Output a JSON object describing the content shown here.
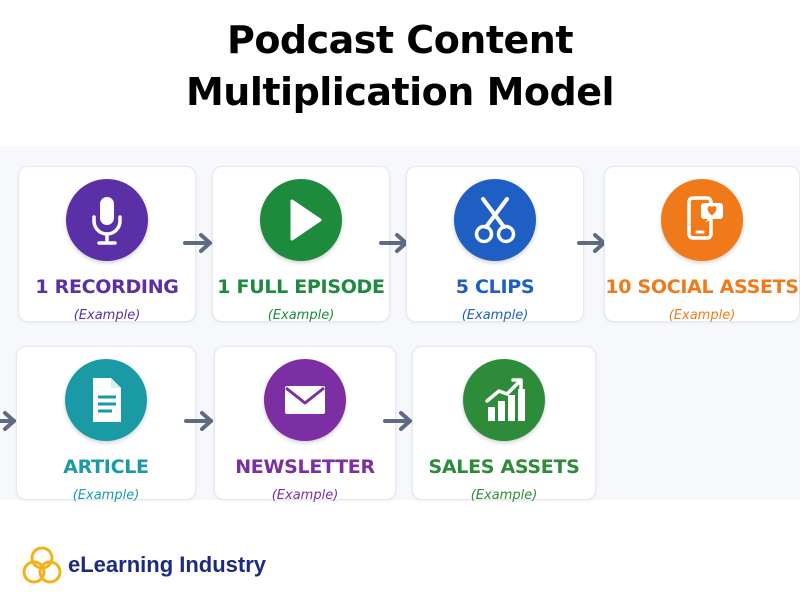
{
  "title": {
    "line1": "Podcast Content",
    "line2": "Multiplication Model"
  },
  "steps": [
    {
      "label": "1 RECORDING",
      "sub": "(Example)",
      "icon": "microphone-icon",
      "color": "#5b2fa6"
    },
    {
      "label": "1 FULL EPISODE",
      "sub": "(Example)",
      "icon": "play-icon",
      "color": "#1e8a3e"
    },
    {
      "label": "5 CLIPS",
      "sub": "(Example)",
      "icon": "scissors-icon",
      "color": "#1f5fc4"
    },
    {
      "label": "10 SOCIAL ASSETS",
      "sub": "(Example)",
      "icon": "phone-heart-icon",
      "color": "#f07a1a"
    },
    {
      "label": "ARTICLE",
      "sub": "(Example)",
      "icon": "document-icon",
      "color": "#1a9aa5"
    },
    {
      "label": "NEWSLETTER",
      "sub": "(Example)",
      "icon": "envelope-icon",
      "color": "#7b2fa2"
    },
    {
      "label": "SALES ASSETS",
      "sub": "(Example)",
      "icon": "growth-chart-icon",
      "color": "#2e8b3a"
    }
  ],
  "colors": {
    "arrow": "#5f6b80",
    "brand": "#1c2b80",
    "logo": "#f2b21c"
  },
  "footer": {
    "brand": "eLearning Industry"
  }
}
